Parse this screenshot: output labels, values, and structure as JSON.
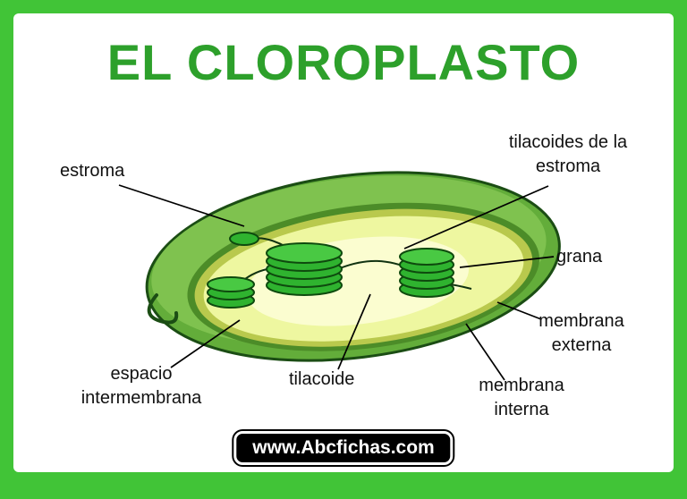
{
  "title": "EL CLOROPLASTO",
  "labels": {
    "estroma": "estroma",
    "tilacoides_estroma": "tilacoides de la estroma",
    "grana": "grana",
    "membrana_externa": "membrana externa",
    "membrana_interna": "membrana interna",
    "tilacoide": "tilacoide",
    "espacio_intermembrana": "espacio intermembrana"
  },
  "footer": {
    "site": "www.Abcfichas.com"
  },
  "colors": {
    "frame_green": "#41c437",
    "title_green": "#2da02b",
    "outer_membrane": "#63ad3a",
    "outer_membrane_light": "#7fc24f",
    "membrane_outline": "#1b4d14",
    "inner_band_olive": "#b9c94d",
    "stroma_pale": "#eef7a0",
    "stroma_bright": "#fbfdd0",
    "grana_green": "#2fb32f",
    "grana_outline": "#0e4a0e",
    "label_text": "#111111",
    "badge_bg": "#000000",
    "badge_text": "#ffffff"
  }
}
